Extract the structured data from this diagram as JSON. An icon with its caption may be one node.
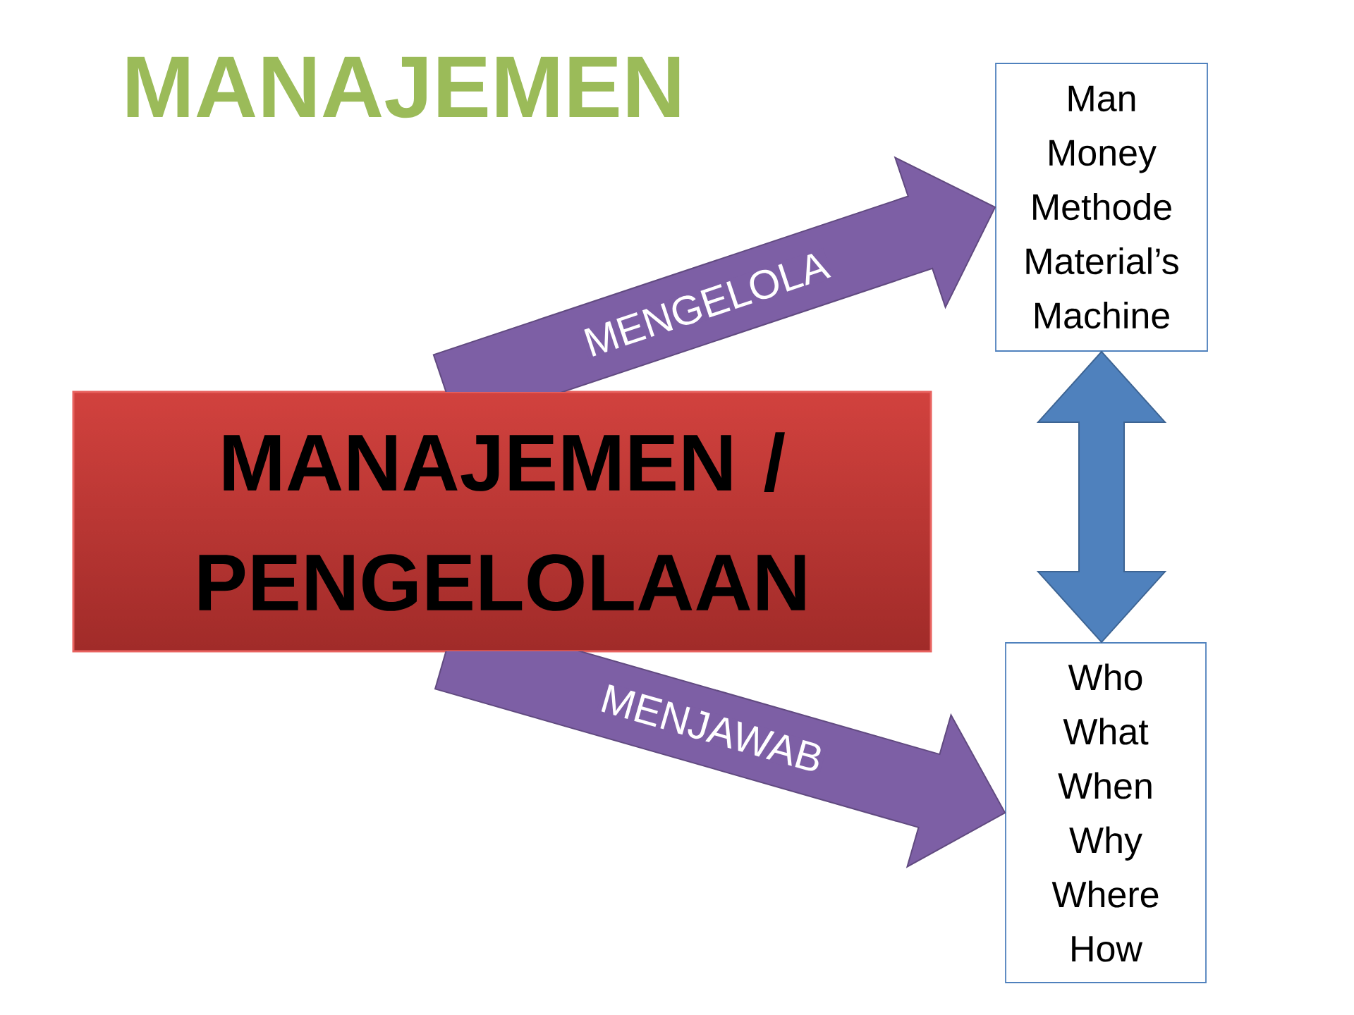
{
  "diagram": {
    "title": "MANAJEMEN",
    "nodes": [
      {
        "text": [
          "MANAJEMEN / PENGELOLAAN"
        ]
      },
      {
        "text": [
          "Man",
          "Money",
          "Methode",
          "Material’s",
          "Machine"
        ]
      },
      {
        "text": [
          "Who",
          "What",
          "When",
          "Why",
          "Where",
          "How"
        ]
      }
    ],
    "edges": [
      {
        "from": 0,
        "to": 1,
        "arrow": "to",
        "label": "MENGELOLA"
      },
      {
        "from": 0,
        "to": 2,
        "arrow": "to",
        "label": "MENJAWAB"
      },
      {
        "from": 1,
        "to": 2,
        "arrow": "both",
        "color": "#4f81bd"
      }
    ]
  }
}
